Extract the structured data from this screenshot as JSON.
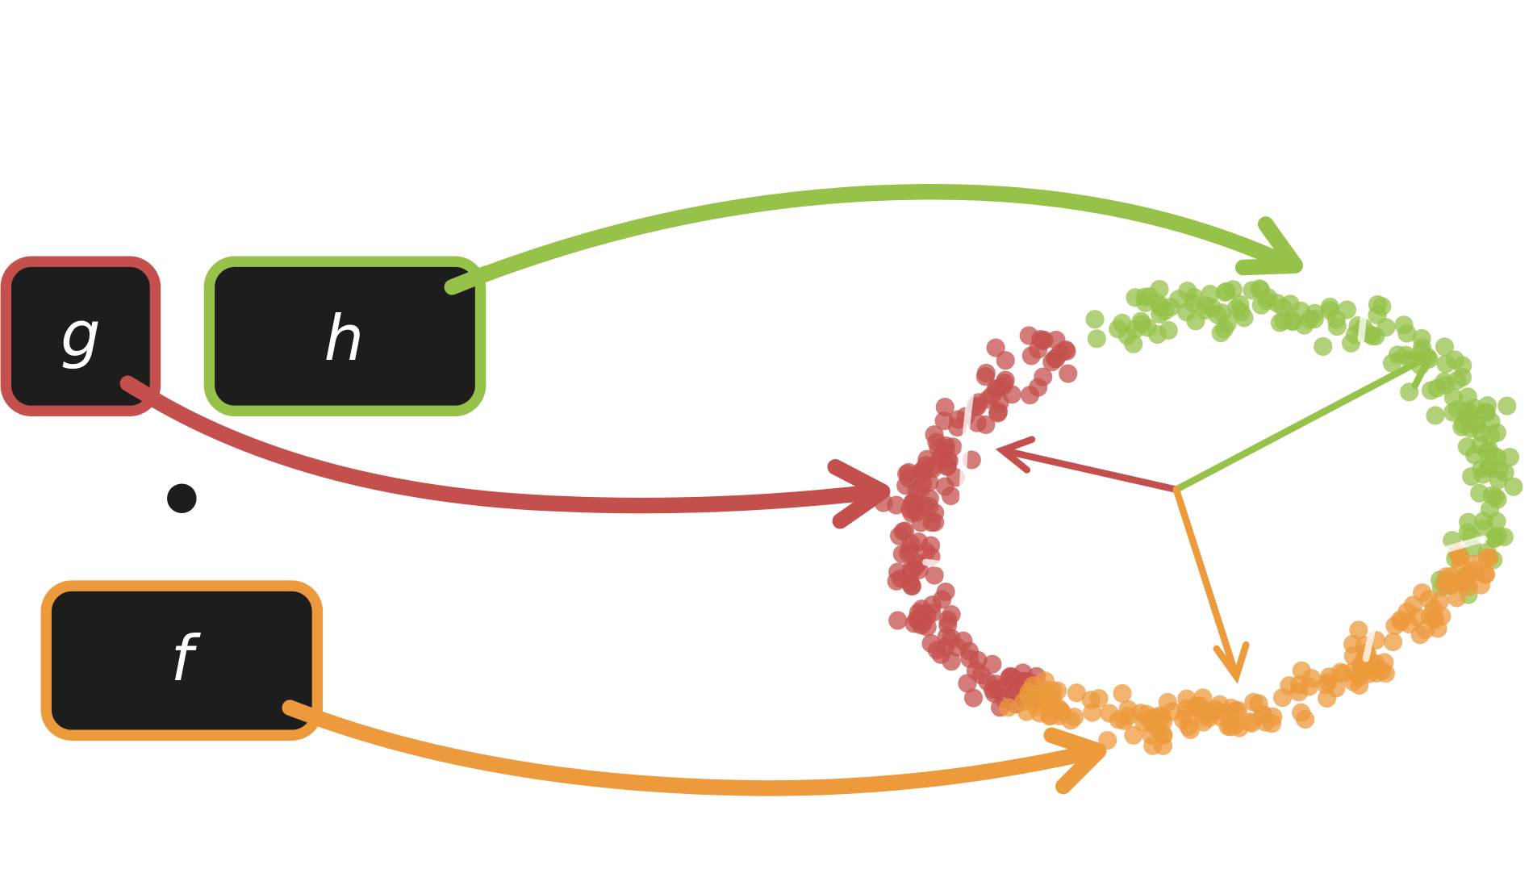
{
  "boxes": {
    "g": {
      "label": "g",
      "color": "#c4504e"
    },
    "h": {
      "label": "h",
      "color": "#96c24a"
    },
    "f": {
      "label": "f",
      "color": "#ec9a3c"
    }
  },
  "colors": {
    "box_fill": "#1d1d1d",
    "dot": "#1d1d1d",
    "highlight": "#ffffff"
  }
}
